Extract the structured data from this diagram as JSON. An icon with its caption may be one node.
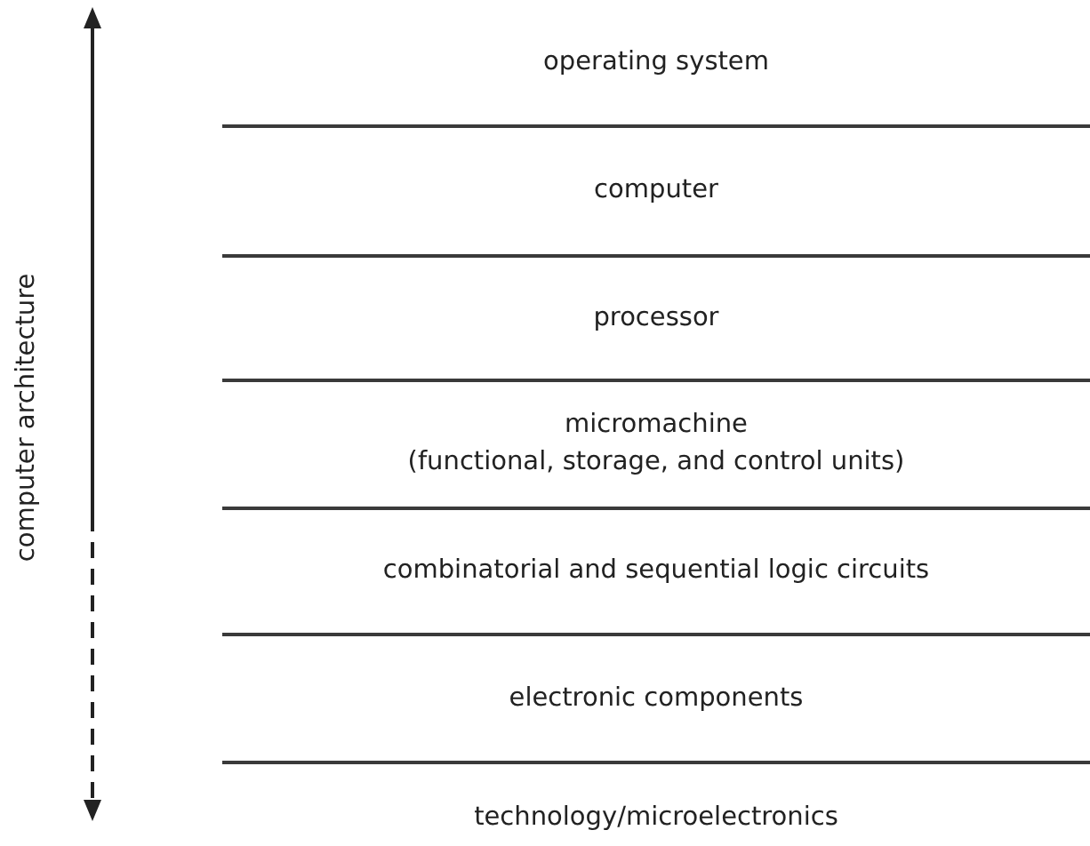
{
  "diagram": {
    "nodes": [
      {
        "text": [
          "operating system"
        ]
      },
      {
        "text": [
          "computer"
        ]
      },
      {
        "text": [
          "processor"
        ]
      },
      {
        "text": [
          "micromachine",
          "(functional, storage, and control units)"
        ]
      },
      {
        "text": [
          "combinatorial and sequential logic circuits"
        ]
      },
      {
        "text": [
          "electronic components"
        ]
      },
      {
        "text": [
          "technology/microelectronics"
        ]
      }
    ],
    "labels": [
      "computer architecture"
    ]
  }
}
